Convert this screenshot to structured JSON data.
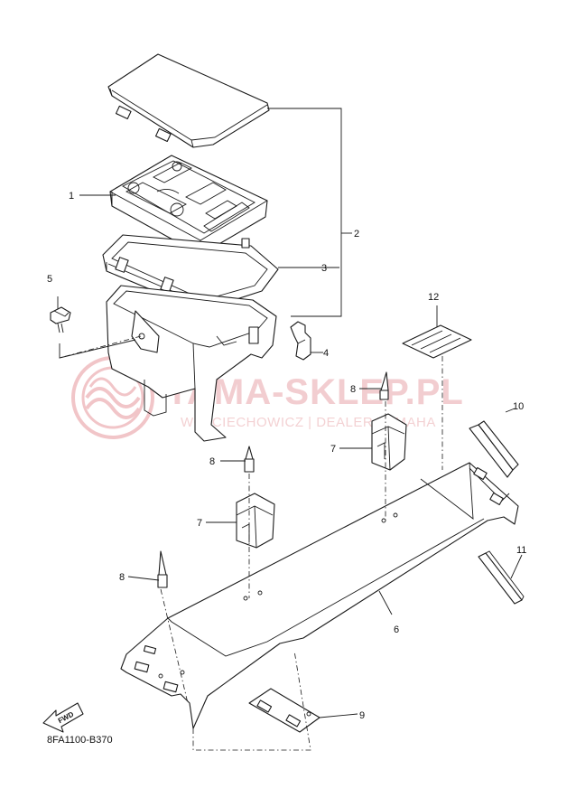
{
  "diagram": {
    "code": "8FA1100-B370",
    "fwd_label": "FWD",
    "callouts": [
      "1",
      "2",
      "3",
      "4",
      "5",
      "6",
      "7",
      "7",
      "8",
      "8",
      "8",
      "9",
      "10",
      "11",
      "12"
    ]
  },
  "watermark": {
    "title": "YAMA-SKLEP.PL",
    "subtitle": "WOJCIECHOWICZ | DEALER YAMAHA"
  }
}
